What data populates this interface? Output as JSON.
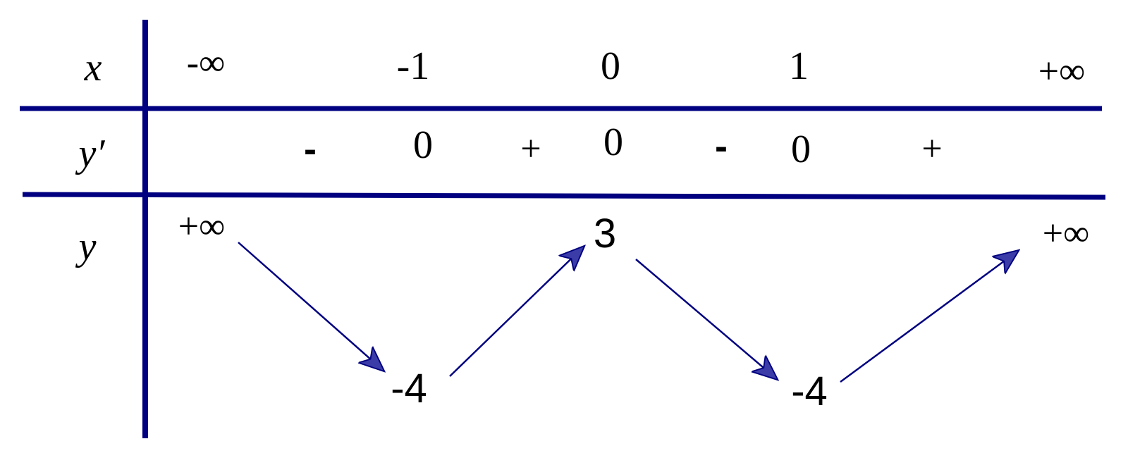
{
  "table": {
    "accent": "#000080",
    "arrow_fill": "#3c3ca8",
    "row_labels": {
      "x": "x",
      "dy": "y′",
      "y": "y"
    },
    "x_values": [
      "-∞",
      "-1",
      "0",
      "1",
      "+∞"
    ],
    "derivative": [
      "-",
      "0",
      "+",
      "0",
      "-",
      "0",
      "+"
    ],
    "y_values": [
      "+∞",
      "-4",
      "3",
      "-4",
      "+∞"
    ],
    "arrows": [
      "down",
      "up",
      "down",
      "up"
    ]
  }
}
